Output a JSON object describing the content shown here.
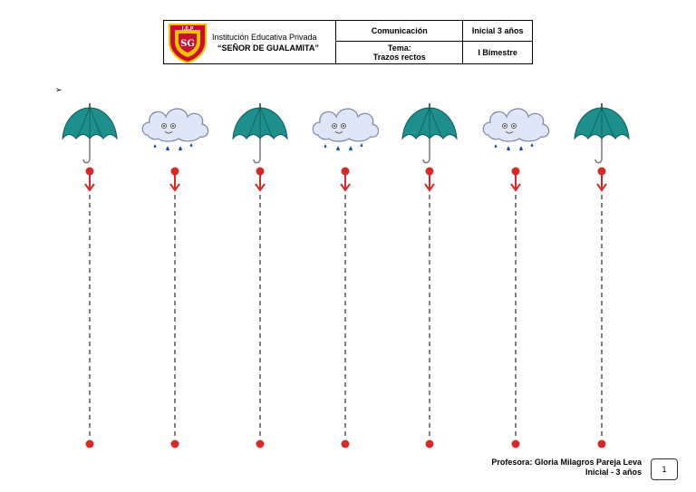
{
  "header": {
    "institution_line1": "Institución Educativa Privada",
    "institution_line2": "“SEÑOR DE GUALAMITA”",
    "subject": "Comunicación",
    "level": "Inicial 3 años",
    "topic_label": "Tema:",
    "topic": "Trazos rectos",
    "period": "I Bimestre",
    "logo_text": "I.E.P"
  },
  "bullet": "➢",
  "worksheet": {
    "icons": [
      "umbrella-icon",
      "cloud-icon",
      "umbrella-icon",
      "cloud-icon",
      "umbrella-icon",
      "cloud-icon",
      "umbrella-icon"
    ],
    "colors": {
      "umbrella": "#1e8f8c",
      "cloud": "#dfe6f5",
      "rain": "#1d4f9e",
      "line": "#000000",
      "dot": "#d42a2a"
    }
  },
  "footer": {
    "teacher": "Profesora: Gloria Milagros Pareja Leva",
    "level": "Inicial - 3 años",
    "page": "1"
  }
}
